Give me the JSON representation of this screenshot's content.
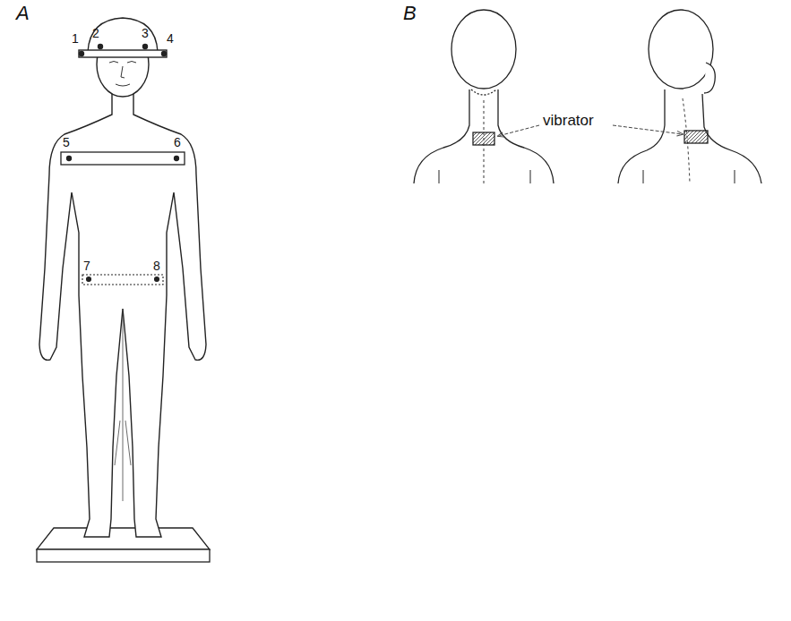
{
  "diagram": {
    "labels": [
      "A",
      "B",
      "1",
      "2",
      "3",
      "4",
      "5",
      "6",
      "7",
      "8",
      "vibrator"
    ]
  }
}
